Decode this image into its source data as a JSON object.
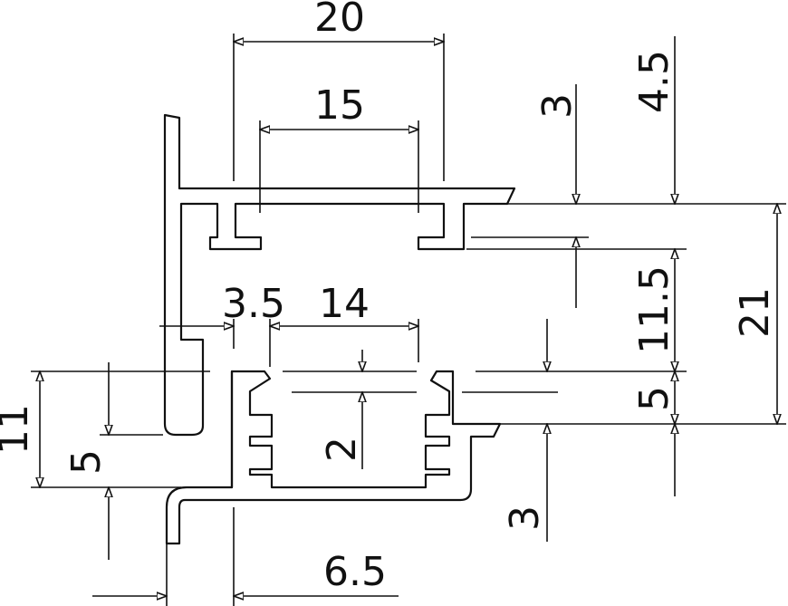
{
  "drawing": {
    "dimensions": {
      "top_width": "20",
      "inner_width_top": "15",
      "right_gap_top": "3",
      "right_top_offset": "4.5",
      "left_offset_mid": "3.5",
      "mid_width": "14",
      "right_mid_height": "11.5",
      "overall_height_right": "21",
      "right_low_height": "5",
      "left_overall_height": "11",
      "left_lower_height": "5",
      "slot_depth": "2",
      "right_bottom_gap": "3",
      "bottom_width": "6.5"
    }
  }
}
